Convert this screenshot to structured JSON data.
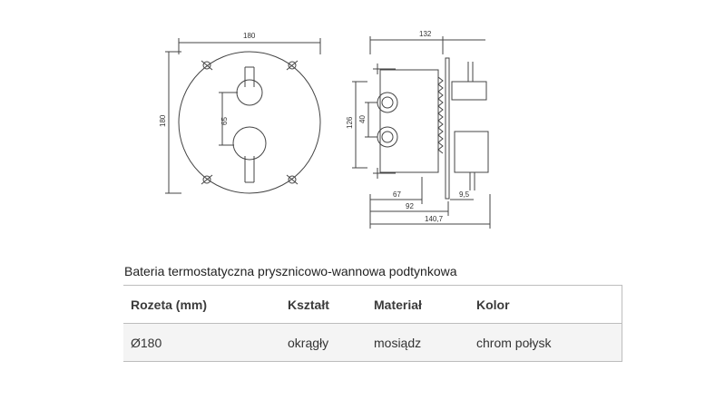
{
  "drawing": {
    "front": {
      "width": "180",
      "height": "180",
      "handle_spacing": "65"
    },
    "side": {
      "depth": "132",
      "height": "126",
      "outlet_spacing": "40",
      "d1": "67",
      "d2": "92",
      "d3": "140,7",
      "d4": "9,5"
    }
  },
  "title": "Bateria termostatyczna prysznicowo-wannowa podtynkowa",
  "table": {
    "headers": [
      "Rozeta (mm)",
      "Kształt",
      "Materiał",
      "Kolor"
    ],
    "row": [
      "Ø180",
      "okrągły",
      "mosiądz",
      "chrom połysk"
    ]
  }
}
